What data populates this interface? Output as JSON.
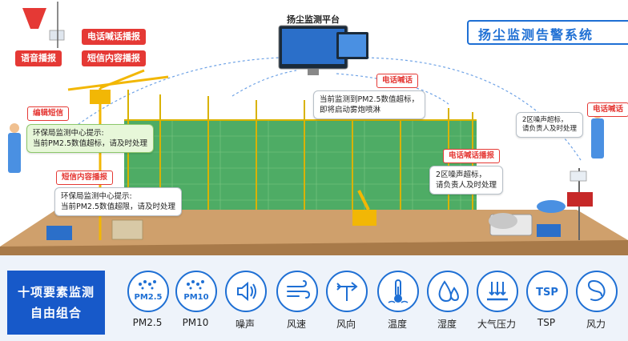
{
  "title": "扬尘监测告警系统",
  "platform_label": "扬尘监测平台",
  "top_left": {
    "phone_call_badge": "电话喊话播报",
    "voice_badge": "语音播报",
    "sms_badge": "短信内容播报"
  },
  "tags": {
    "edit_sms": "编辑短信",
    "sms_content_broadcast": "短信内容播报",
    "phone_call_center": "电话喊话",
    "phone_call_broadcast": "电话喊话播报",
    "phone_call_right": "电话喊话"
  },
  "bubbles": {
    "epb_notice_1": [
      "环保局监测中心提示:",
      "当前PM2.5数值超标，请及时处理"
    ],
    "epb_notice_2": [
      "环保局监测中心提示:",
      "当前PM2.5数值超限，请及时处理"
    ],
    "pm25_spray": [
      "当前监测到PM2.5数值超标，",
      "即将启动雾炮喷淋"
    ],
    "zone2_noise": [
      "2区噪声超标，",
      "请负责人及时处理"
    ],
    "zone2_noise_call": [
      "2区噪声超标，",
      "请负责人及时处理"
    ]
  },
  "bottom": {
    "combo_line1": "十项要素监测",
    "combo_line2": "自由组合",
    "factors": [
      {
        "label": "PM2.5",
        "icon": "pm25-icon",
        "icon_text": "PM2.5"
      },
      {
        "label": "PM10",
        "icon": "pm10-icon",
        "icon_text": "PM10"
      },
      {
        "label": "噪声",
        "icon": "speaker-icon"
      },
      {
        "label": "风速",
        "icon": "wind-speed-icon"
      },
      {
        "label": "风向",
        "icon": "wind-vane-icon"
      },
      {
        "label": "温度",
        "icon": "thermometer-icon"
      },
      {
        "label": "湿度",
        "icon": "droplets-icon"
      },
      {
        "label": "大气压力",
        "icon": "pressure-icon"
      },
      {
        "label": "TSP",
        "icon": "tsp-icon",
        "icon_text": "TSP"
      },
      {
        "label": "风力",
        "icon": "wind-power-icon"
      }
    ]
  },
  "colors": {
    "accent_blue": "#1e6fd4",
    "alert_red": "#e53935",
    "net_green": "#2f9e4a",
    "ground_brown": "#c89a66"
  }
}
